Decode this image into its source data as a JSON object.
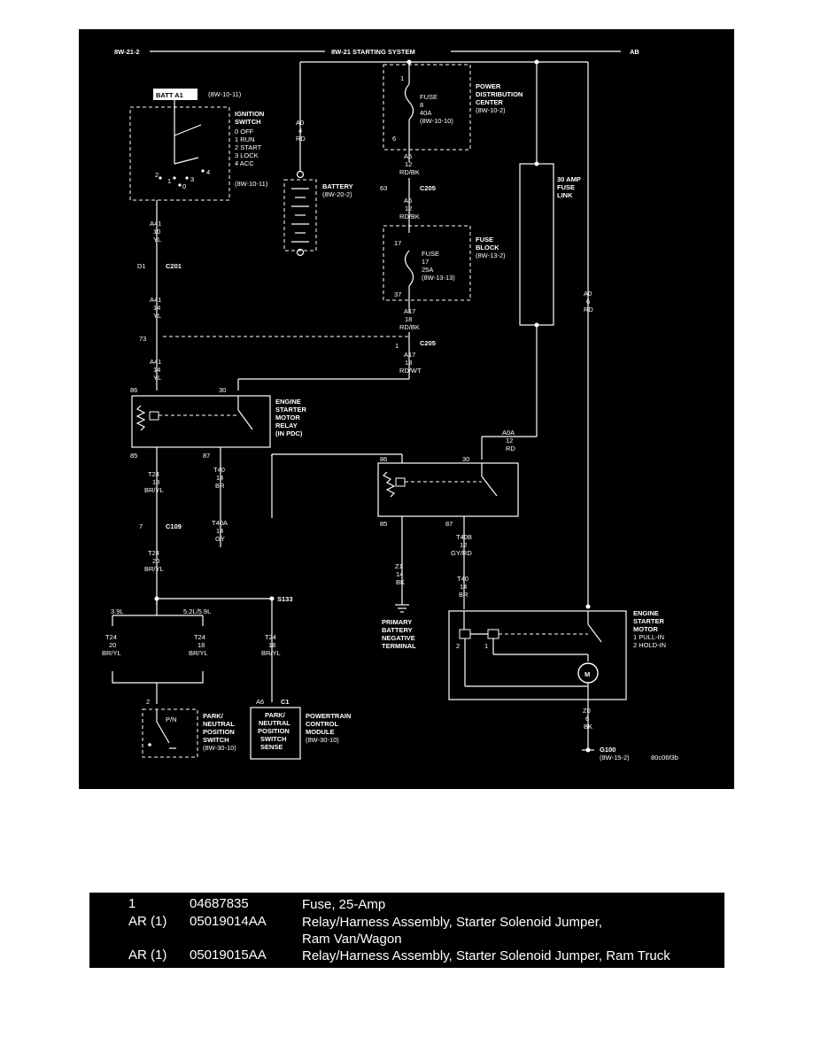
{
  "diagram": {
    "header_left": "8W-21-2",
    "header_title": "8W-21 STARTING SYSTEM",
    "header_right": "AB",
    "batt_box": "BATT A1",
    "batt_ref": "(8W-10-11)",
    "ign_title": [
      "IGNITION",
      "SWITCH"
    ],
    "ign_positions": [
      "0 OFF",
      "1 RUN",
      "2 START",
      "3 LOCK",
      "4 ACC"
    ],
    "ign_ref": "(8W-10-11)",
    "ign_pins": [
      "2",
      "1",
      "3",
      "0",
      "4"
    ],
    "a0_top": [
      "A0",
      "4",
      "RD"
    ],
    "battery_label": [
      "BATTERY",
      "(8W-20-2)"
    ],
    "pdc_label": [
      "POWER",
      "DISTRIBUTION",
      "CENTER",
      "(8W-10-2)"
    ],
    "pdc_fuse": [
      "FUSE",
      "8",
      "40A",
      "(8W-10-10)"
    ],
    "pdc_pins": [
      "1",
      "6"
    ],
    "a6_upper": [
      "A6",
      "12",
      "RD/BK"
    ],
    "c205_upper": [
      "63",
      "C205"
    ],
    "a6_lower": [
      "A6",
      "12",
      "RD/BK"
    ],
    "fuse_block_label": [
      "FUSE",
      "BLOCK",
      "(8W-13-2)"
    ],
    "fb_fuse": [
      "FUSE",
      "17",
      "25A",
      "(8W-13-13)"
    ],
    "fb_pins": [
      "17",
      "37"
    ],
    "fuse_link_label": [
      "30 AMP",
      "FUSE",
      "LINK"
    ],
    "a0_right": [
      "A0",
      "6",
      "RD"
    ],
    "a41_upper": [
      "A41",
      "10",
      "YL"
    ],
    "c201": [
      "D1",
      "C201"
    ],
    "a41_mid": [
      "A41",
      "14",
      "YL"
    ],
    "a17_upper": [
      "A17",
      "18",
      "RD/BK"
    ],
    "c205_lower": [
      "73",
      "1",
      "C205"
    ],
    "a41_lower": [
      "A41",
      "14",
      "YL"
    ],
    "a17_lower": [
      "A17",
      "18",
      "RD/WT"
    ],
    "relay1_pins": [
      "86",
      "30",
      "85",
      "87"
    ],
    "relay1_label": [
      "ENGINE",
      "STARTER",
      "MOTOR",
      "RELAY",
      "(IN PDC)"
    ],
    "a0a": [
      "A0A",
      "12",
      "RD"
    ],
    "t24_upper": [
      "T24",
      "18",
      "BR/YL"
    ],
    "t40_upper": [
      "T40",
      "14",
      "BR"
    ],
    "t40a": [
      "T40A",
      "14",
      "GY"
    ],
    "relay2_pins": [
      "86",
      "30",
      "85",
      "87"
    ],
    "c109": [
      "7",
      "C109"
    ],
    "t24_mid": [
      "T24",
      "20",
      "BR/YL"
    ],
    "z1": [
      "Z1",
      "14",
      "BK"
    ],
    "t40b": [
      "T40B",
      "12",
      "GY/RD"
    ],
    "t40_lower": [
      "T40",
      "14",
      "BR"
    ],
    "primary_batt": [
      "PRIMARY",
      "BATTERY",
      "NEGATIVE",
      "TERMINAL"
    ],
    "s133": "S133",
    "branch_labels": [
      "3.9L",
      "5.2L/5.9L"
    ],
    "t24_left": [
      "T24",
      "20",
      "BR/YL"
    ],
    "t24_center": [
      "T24",
      "18",
      "BR/YL"
    ],
    "t24_right": [
      "T24",
      "18",
      "BR/YL"
    ],
    "motor_label": [
      "ENGINE",
      "STARTER",
      "MOTOR",
      "1 PULL-IN",
      "2 HOLD-IN"
    ],
    "motor_pins": [
      "2",
      "1"
    ],
    "motor_symbol": "M",
    "pn_pin": "2",
    "pn_switch_text": "P/N",
    "pn_label": [
      "PARK/",
      "NEUTRAL",
      "POSITION",
      "SWITCH",
      "(8W-30-10)"
    ],
    "pcm_conn": [
      "A6",
      "C1"
    ],
    "pcm_box": [
      "PARK/",
      "NEUTRAL",
      "POSITION",
      "SWITCH",
      "SENSE"
    ],
    "pcm_label": [
      "POWERTRAIN",
      "CONTROL",
      "MODULE",
      "(8W-30-10)"
    ],
    "z0": [
      "Z0",
      "6",
      "BK"
    ],
    "g100": [
      "G100",
      "(8W-15-2)"
    ],
    "fig_id": "80c06f3b"
  },
  "parts": [
    {
      "qty": "1",
      "part_number": "04687835",
      "description": "Fuse, 25-Amp"
    },
    {
      "qty": "AR (1)",
      "part_number": "05019014AA",
      "description": "Relay/Harness Assembly, Starter Solenoid Jumper,",
      "description_cont": "Ram Van/Wagon"
    },
    {
      "qty": "AR (1)",
      "part_number": "05019015AA",
      "description": "Relay/Harness Assembly, Starter Solenoid Jumper, Ram Truck"
    }
  ]
}
